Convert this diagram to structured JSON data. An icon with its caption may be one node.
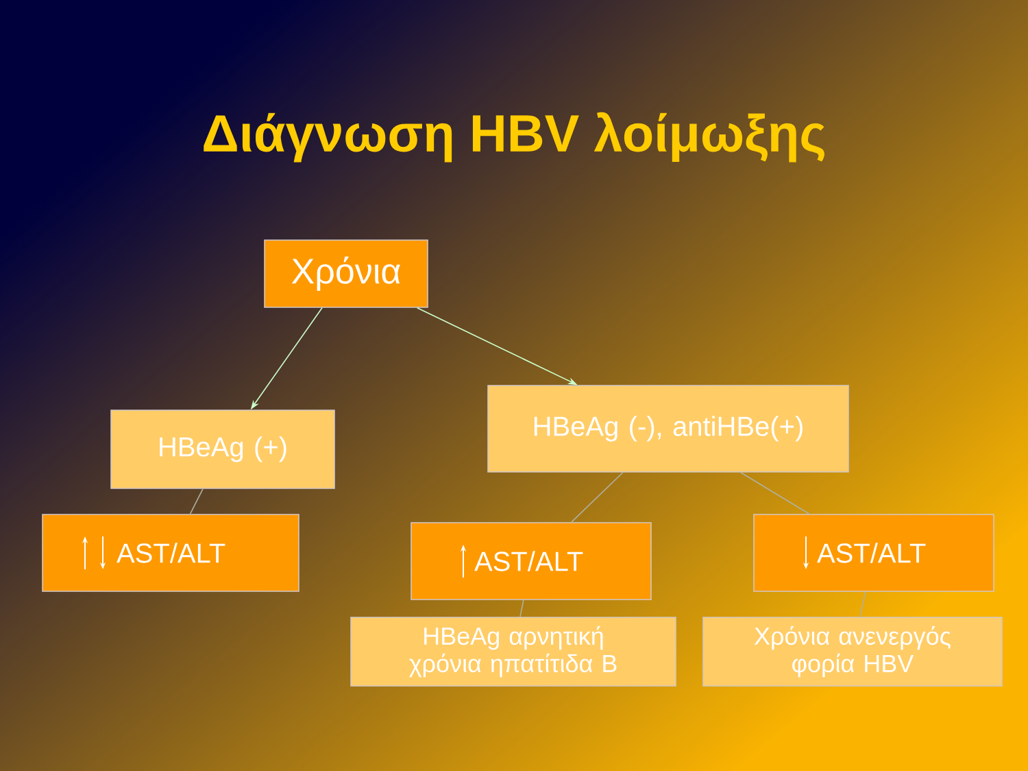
{
  "diagram": {
    "title": "Διάγνωση HBV λοίμωξης",
    "nodes": [
      {
        "text": [
          "Χρόνια"
        ]
      },
      {
        "text": [
          "HBeAg (+)"
        ]
      },
      {
        "text": [
          "HBeAg (-), antiHBe(+)"
        ]
      },
      {
        "text": [
          "AST/ALT"
        ]
      },
      {
        "text": [
          "AST/ALT"
        ]
      },
      {
        "text": [
          "AST/ALT"
        ]
      },
      {
        "text": [
          "HBeAg αρνητική χρόνια ηπατίτιδα Β"
        ]
      },
      {
        "text": [
          "Χρόνια ανενεργός φορία HBV"
        ]
      }
    ],
    "edges": [
      {
        "from": 0,
        "to": 1,
        "arrow": "to",
        "color": "#ccffcc"
      },
      {
        "from": 0,
        "to": 2,
        "arrow": "to",
        "color": "#ccffcc"
      },
      {
        "from": 1,
        "to": 3,
        "arrow": "none"
      },
      {
        "from": 2,
        "to": 4,
        "arrow": "none"
      },
      {
        "from": 2,
        "to": 5,
        "arrow": "none"
      },
      {
        "from": 4,
        "to": 6,
        "arrow": "none"
      },
      {
        "from": 5,
        "to": 7,
        "arrow": "none"
      }
    ]
  }
}
